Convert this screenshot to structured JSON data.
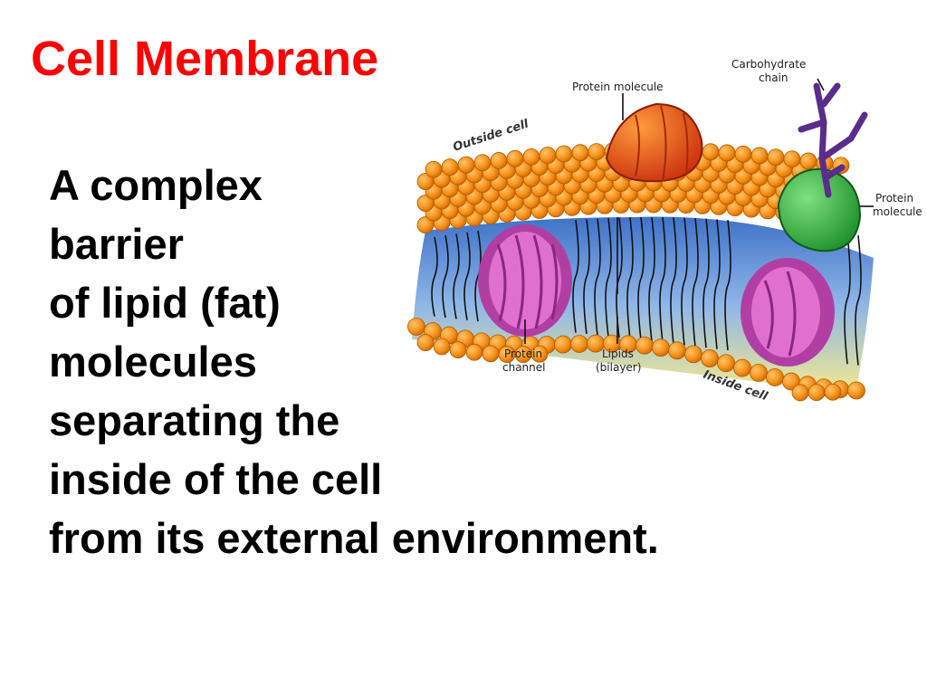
{
  "slide": {
    "title": "Cell Membrane",
    "body_lines": [
      "A complex",
      "barrier",
      "of lipid (fat)",
      "molecules",
      "separating the",
      "inside of the cell",
      "from its external environment."
    ]
  },
  "diagram": {
    "labels": {
      "outside_cell": "Outside cell",
      "inside_cell": "Inside cell",
      "protein_molecule_top": "Protein molecule",
      "carbohydrate_line1": "Carbohydrate",
      "carbohydrate_line2": "chain",
      "protein_molecule_right_line1": "Protein",
      "protein_molecule_right_line2": "molecule",
      "protein_channel_line1": "Protein",
      "protein_channel_line2": "channel",
      "lipids_line1": "Lipids",
      "lipids_line2": "(bilayer)"
    },
    "colors": {
      "title": "#ff0000",
      "lipid_head": "#f7941d",
      "lipid_head_edge": "#c45c00",
      "tail_region_top": "#4a7fd0",
      "tail_region_bottom": "#f4e88a",
      "protein_channel": "#d45bc0",
      "protein_top": "#e94e1b",
      "protein_right": "#2fae3a",
      "carbohydrate": "#5a2d8c"
    }
  }
}
